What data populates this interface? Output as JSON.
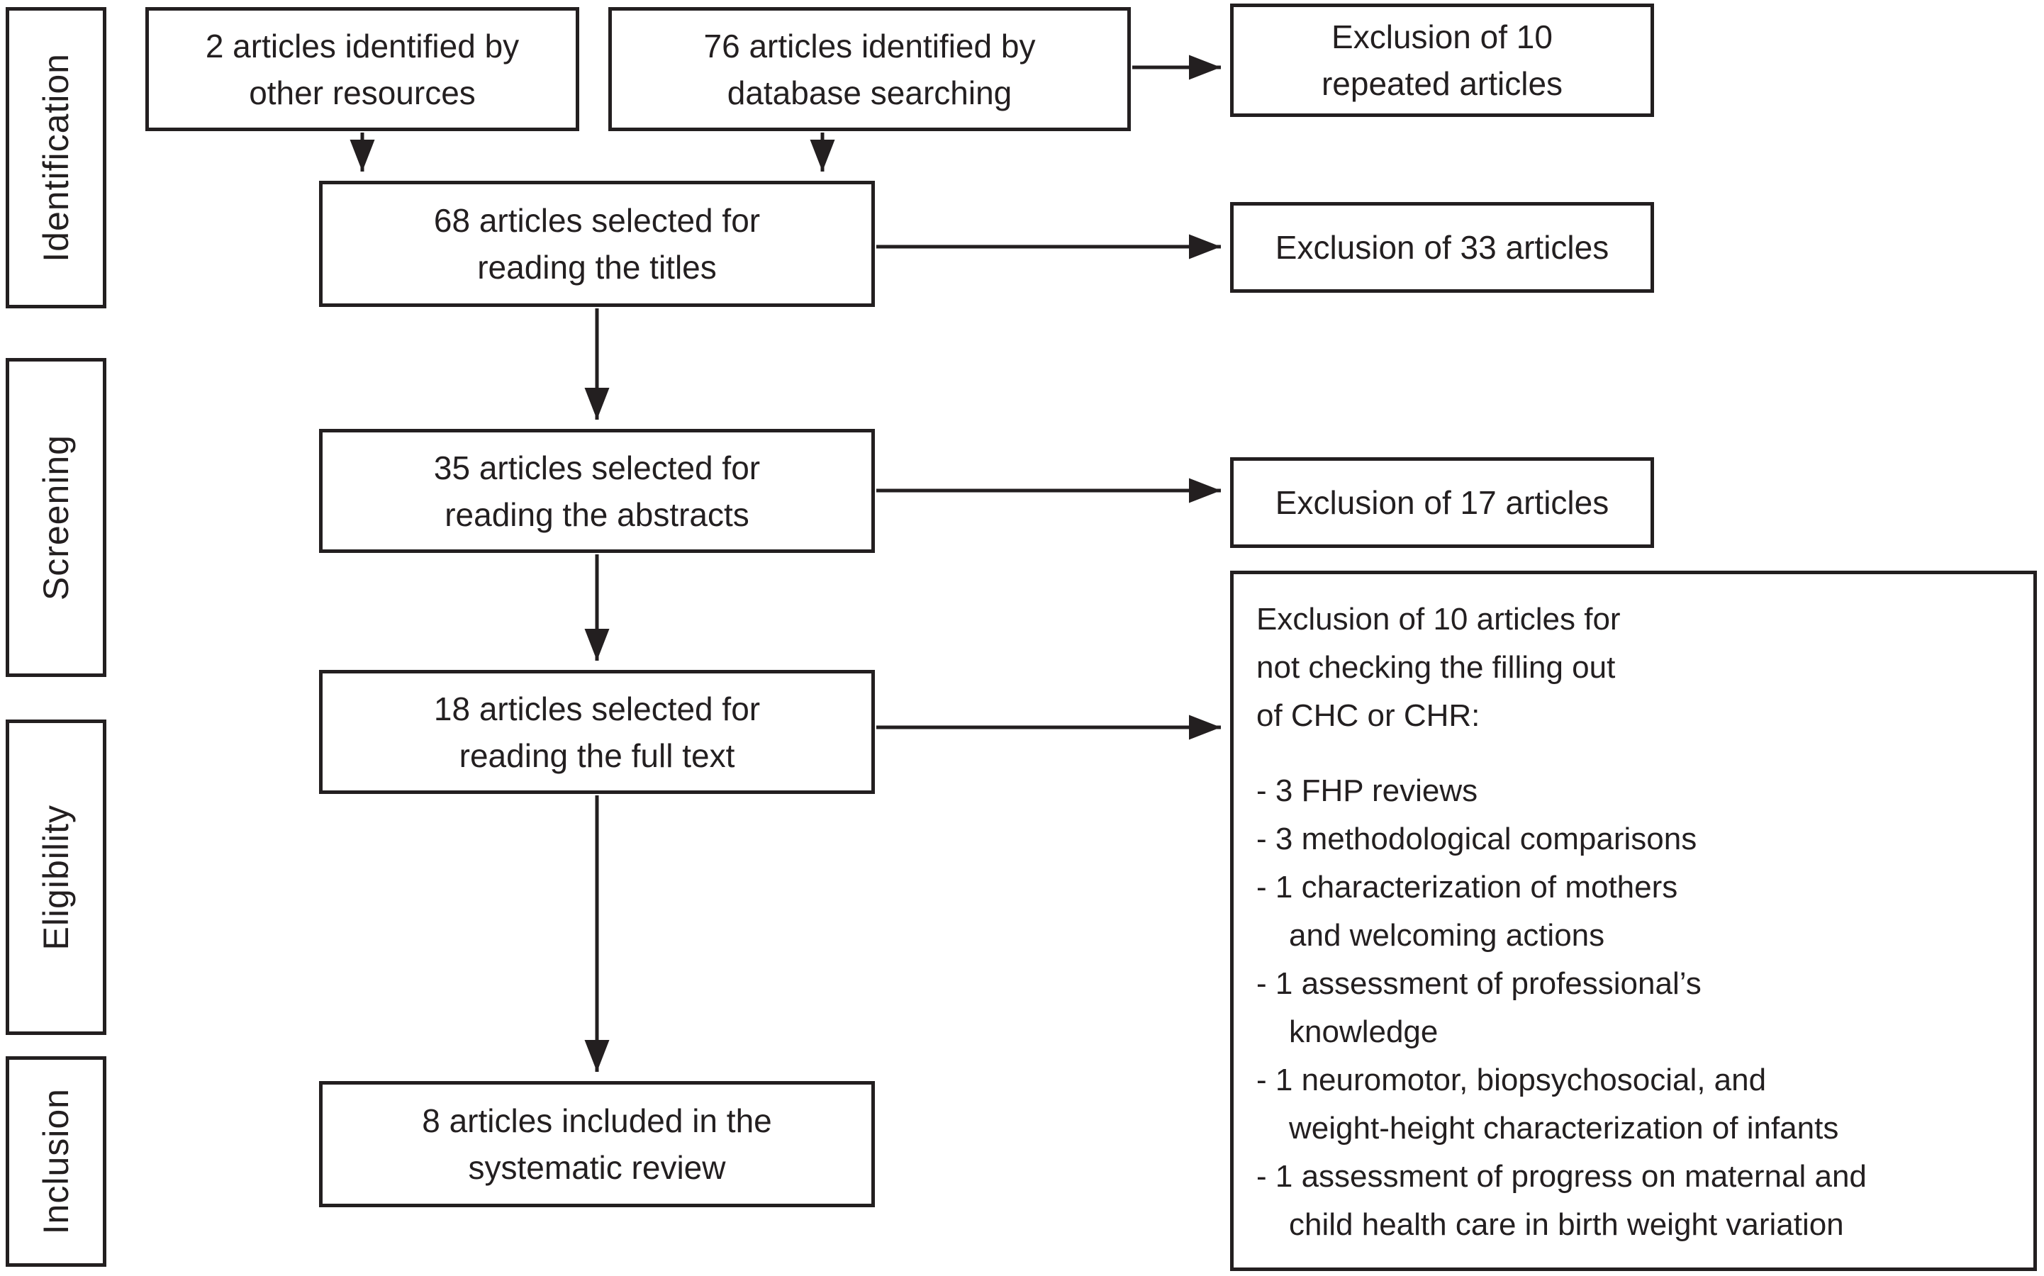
{
  "figure": {
    "type": "prisma-flow-diagram",
    "colors": {
      "ink": "#231f20",
      "background": "#ffffff"
    }
  },
  "stages": [
    "Identification",
    "Screening",
    "Eligibility",
    "Inclusion"
  ],
  "boxes": {
    "other_resources": {
      "lines": [
        "2 articles identified by",
        "other resources"
      ]
    },
    "database_search": {
      "lines": [
        "76 articles identified by",
        "database searching"
      ]
    },
    "excluded_repeated": {
      "lines": [
        "Exclusion of 10",
        "repeated articles"
      ]
    },
    "titles": {
      "lines": [
        "68 articles selected for",
        "reading the titles"
      ]
    },
    "excluded_titles": {
      "lines": [
        "Exclusion of 33 articles"
      ]
    },
    "abstracts": {
      "lines": [
        "35 articles selected for",
        "reading the abstracts"
      ]
    },
    "excluded_abstracts": {
      "lines": [
        "Exclusion of 17 articles"
      ]
    },
    "full_text": {
      "lines": [
        "18 articles selected for",
        "reading the full text"
      ]
    },
    "excluded_full_text": {
      "intro": [
        "Exclusion of 10 articles for",
        "not checking the filling out",
        "of CHC or CHR:"
      ],
      "reasons": [
        "- 3 FHP reviews",
        "- 3 methodological comparisons",
        "- 1 characterization of mothers",
        "and welcoming actions",
        "- 1 assessment of professional’s",
        "knowledge",
        "- 1 neuromotor, biopsychosocial, and",
        "weight-height characterization of infants",
        "- 1 assessment of progress on maternal and",
        "child health care in birth weight variation"
      ]
    },
    "included": {
      "lines": [
        "8 articles included in the",
        "systematic review"
      ]
    }
  }
}
